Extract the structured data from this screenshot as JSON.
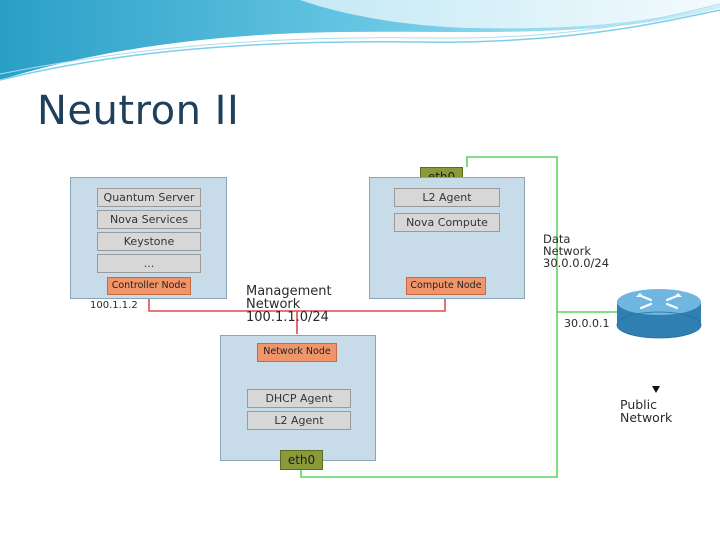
{
  "slide": {
    "title": "Neutron II"
  },
  "diagram": {
    "controller": {
      "services": [
        "Quantum Server",
        "Nova Services",
        "Keystone",
        "..."
      ],
      "tag": "Controller Node",
      "ip": "100.1.1.2"
    },
    "compute": {
      "eth": "eth0",
      "services": [
        "L2 Agent",
        "Nova Compute"
      ],
      "tag": "Compute Node"
    },
    "network_node": {
      "tag": "Network Node",
      "services": [
        "DHCP Agent",
        "L2 Agent"
      ],
      "eth": "eth0"
    },
    "management": {
      "line1": "Management",
      "line2": "Network",
      "line3": "100.1.1.0/24"
    },
    "data": {
      "line1": "Data",
      "line2": "Network",
      "line3": "30.0.0.0/24"
    },
    "router_ip": "30.0.0.1",
    "public": {
      "line1": "Public",
      "line2": "Network"
    },
    "colors": {
      "management_link": "#e04a4a",
      "data_link": "#5fd35f",
      "node_fill": "#c7dbe9"
    }
  }
}
